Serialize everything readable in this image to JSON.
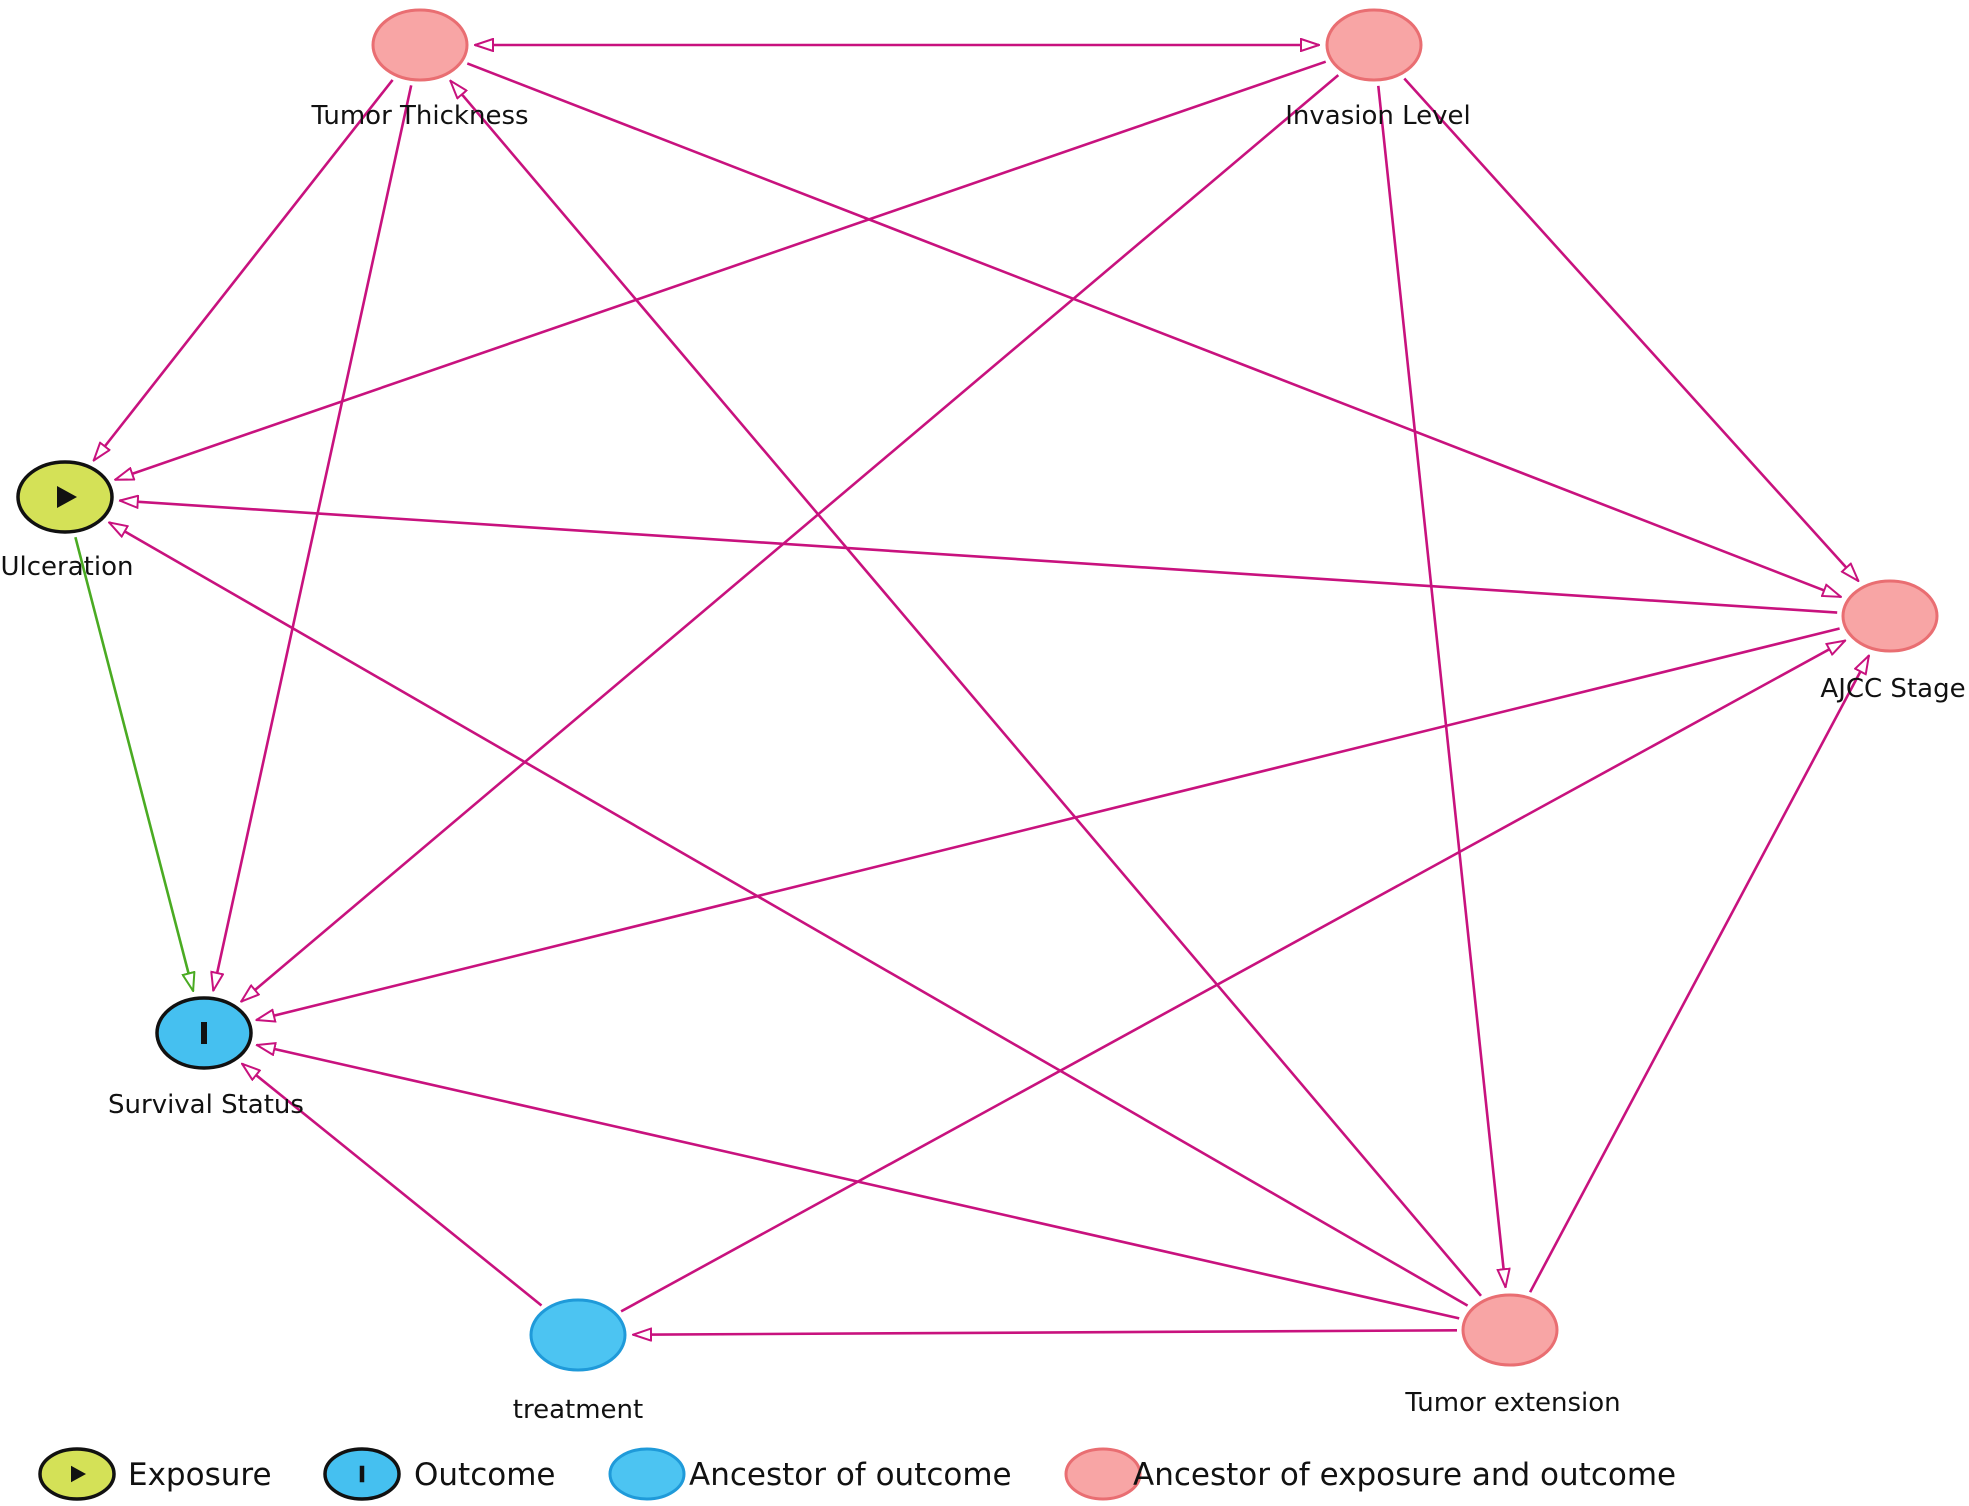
{
  "colors": {
    "causal_edge": "#c8127e",
    "exposure_edge": "#4aab22",
    "exposure_fill": "#d4e157",
    "exposure_stroke": "#111111",
    "outcome_fill": "#45c0f0",
    "outcome_stroke": "#111111",
    "ancestor_outcome_fill": "#4cc4f2",
    "ancestor_outcome_stroke": "#1f9ad9",
    "ancestor_both_fill": "#f8a5a5",
    "ancestor_both_stroke": "#e96e72",
    "text": "#111111"
  },
  "nodes": [
    {
      "id": "tumor_thickness",
      "label": "Tumor Thickness",
      "role": "ancestor_both"
    },
    {
      "id": "invasion_level",
      "label": "Invasion Level",
      "role": "ancestor_both"
    },
    {
      "id": "ulceration",
      "label": "Ulceration",
      "role": "exposure",
      "icon": "play-icon"
    },
    {
      "id": "ajcc_stage",
      "label": "AJCC Stage",
      "role": "ancestor_both"
    },
    {
      "id": "survival_status",
      "label": "Survival Status",
      "role": "outcome",
      "icon": "bar-icon"
    },
    {
      "id": "treatment",
      "label": "treatment",
      "role": "ancestor_outcome"
    },
    {
      "id": "tumor_extension",
      "label": "Tumor extension",
      "role": "ancestor_both"
    }
  ],
  "edges": [
    {
      "from": "tumor_thickness",
      "to": "invasion_level",
      "type": "bidirected"
    },
    {
      "from": "tumor_thickness",
      "to": "ulceration",
      "type": "causal"
    },
    {
      "from": "tumor_thickness",
      "to": "survival_status",
      "type": "causal"
    },
    {
      "from": "tumor_thickness",
      "to": "ajcc_stage",
      "type": "causal"
    },
    {
      "from": "tumor_extension",
      "to": "tumor_thickness",
      "type": "causal"
    },
    {
      "from": "invasion_level",
      "to": "ulceration",
      "type": "causal"
    },
    {
      "from": "invasion_level",
      "to": "survival_status",
      "type": "causal"
    },
    {
      "from": "invasion_level",
      "to": "ajcc_stage",
      "type": "causal"
    },
    {
      "from": "invasion_level",
      "to": "tumor_extension",
      "type": "causal"
    },
    {
      "from": "ajcc_stage",
      "to": "ulceration",
      "type": "causal"
    },
    {
      "from": "ajcc_stage",
      "to": "survival_status",
      "type": "causal"
    },
    {
      "from": "tumor_extension",
      "to": "ulceration",
      "type": "causal"
    },
    {
      "from": "tumor_extension",
      "to": "ajcc_stage",
      "type": "causal"
    },
    {
      "from": "tumor_extension",
      "to": "survival_status",
      "type": "causal"
    },
    {
      "from": "tumor_extension",
      "to": "treatment",
      "type": "causal"
    },
    {
      "from": "treatment",
      "to": "ajcc_stage",
      "type": "causal"
    },
    {
      "from": "treatment",
      "to": "survival_status",
      "type": "causal"
    },
    {
      "from": "ulceration",
      "to": "survival_status",
      "type": "exposure"
    }
  ],
  "legend": [
    {
      "label": "Exposure",
      "role": "exposure",
      "icon": "play-icon"
    },
    {
      "label": "Outcome",
      "role": "outcome",
      "icon": "bar-icon"
    },
    {
      "label": "Ancestor of outcome",
      "role": "ancestor_outcome"
    },
    {
      "label": "Ancestor of exposure and outcome",
      "role": "ancestor_both"
    }
  ]
}
